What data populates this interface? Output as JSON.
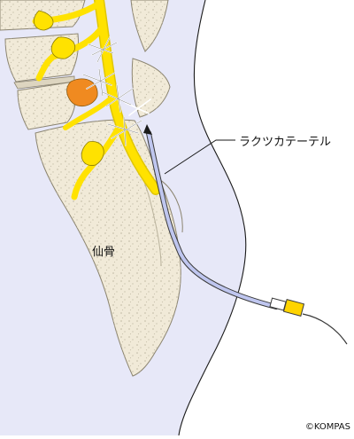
{
  "labels": {
    "catheter": "ラクツカテーテル",
    "sacrum": "仙骨"
  },
  "copyright": "©KOMPAS",
  "colors": {
    "skin": "#e7e8f8",
    "skin_outline": "#1a1a1a",
    "bone": "#f1ead8",
    "bone_texture": "#c9c2ad",
    "nerve": "#ffe200",
    "nerve_outline": "#8a7b00",
    "ganglion": "#f08a20",
    "ligament": "#ffffff",
    "catheter": "#bfc6ef",
    "connector": "#ffd400"
  }
}
